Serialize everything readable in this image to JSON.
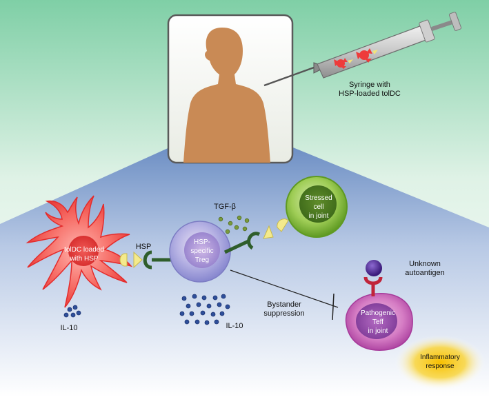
{
  "syringe": {
    "label": "Syringe with\nHSP-loaded tolDC"
  },
  "cells": {
    "toldc": "tolDC loaded\nwith HSP",
    "treg": "HSP-\nspecific\nTreg",
    "stressed": "Stressed\ncell\nin joint",
    "teff": "Pathogenic\nTeff\nin joint"
  },
  "labels": {
    "hsp": "HSP",
    "tgf_beta": "TGF-β",
    "il10_left": "IL-10",
    "il10_right": "IL-10",
    "bystander": "Bystander\nsuppression",
    "unknown_autoantigen": "Unknown\nautoantigen",
    "inflammatory": "Inflammatory\nresponse"
  },
  "colors": {
    "sky_top": "#7fcfa6",
    "floor": "#8ea8d1",
    "silhouette": "#c98a55",
    "toldc": "#ef3a3a",
    "treg": "#9fa0dd",
    "stressed": "#8dc63f",
    "teff": "#c04ea7",
    "receptor": "#2f5e2b",
    "antigen_shape": "#f2e47a",
    "inflammatory": "#f5c400"
  }
}
